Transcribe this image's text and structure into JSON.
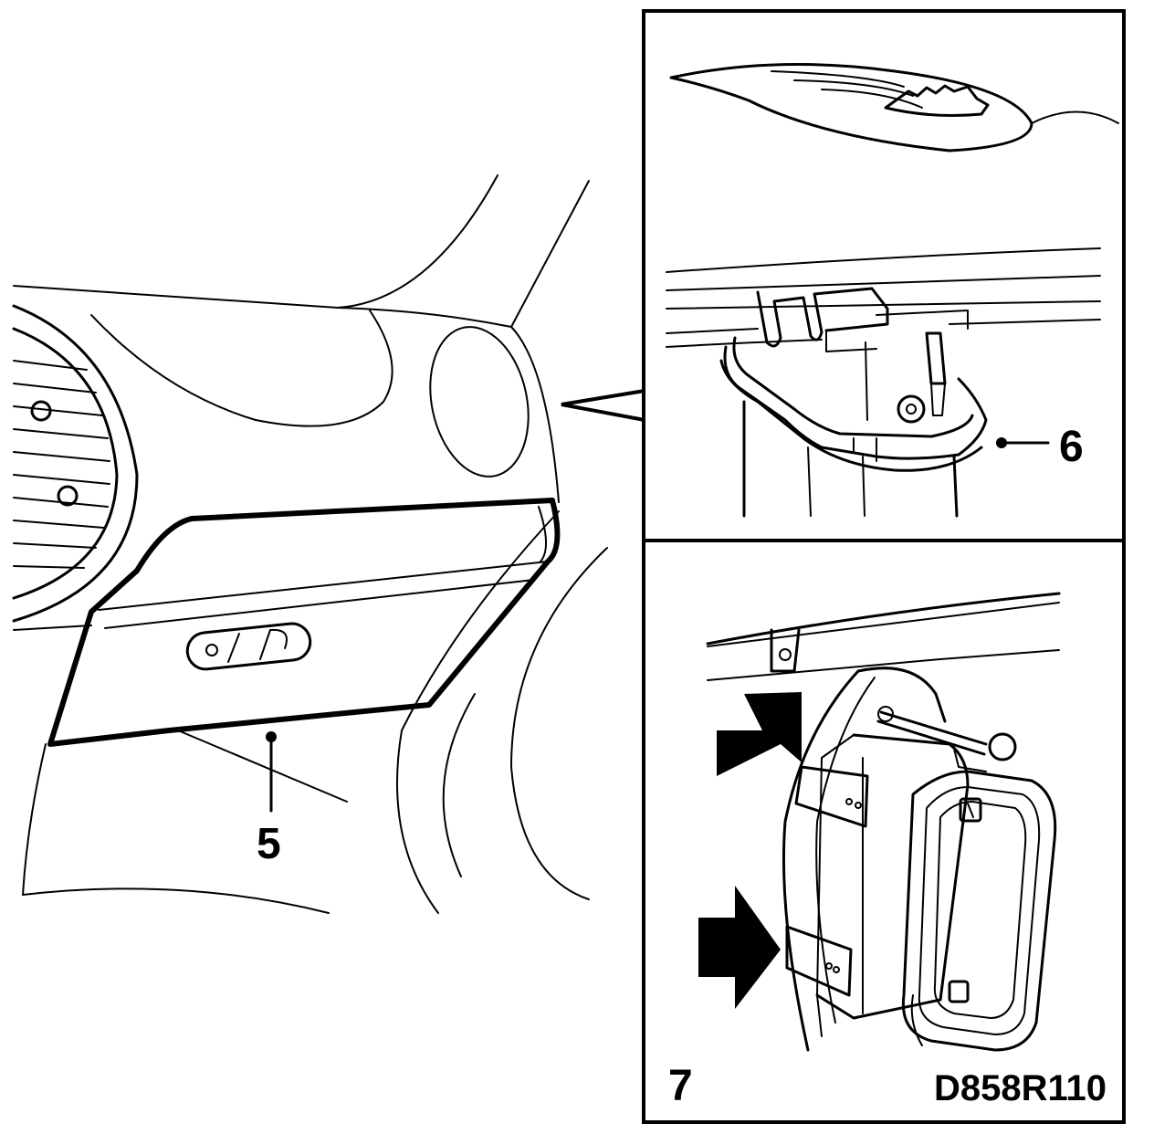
{
  "callouts": {
    "glovebox": "5",
    "latch": "6",
    "light_detail": "7"
  },
  "reference_code": "D858R110",
  "colors": {
    "ink": "#000000",
    "paper": "#ffffff"
  }
}
